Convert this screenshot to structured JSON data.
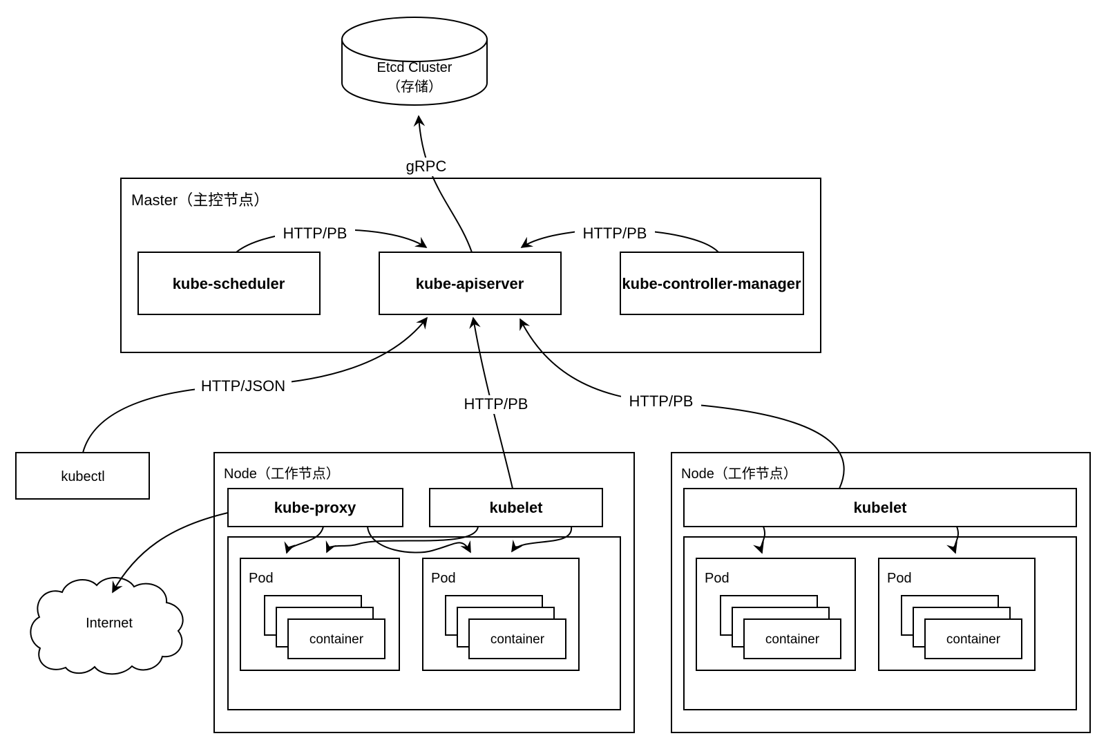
{
  "diagram": {
    "etcd": {
      "title": "Etcd Cluster",
      "subtitle": "（存储）"
    },
    "connectors": {
      "grpc": "gRPC",
      "http_pb": "HTTP/PB",
      "http_json": "HTTP/JSON"
    },
    "master": {
      "title": "Master（主控节点）",
      "scheduler": "kube-scheduler",
      "apiserver": "kube-apiserver",
      "controller_manager": "kube-controller-manager"
    },
    "kubectl": "kubectl",
    "internet": "Internet",
    "node_title": "Node（工作节点）",
    "node1": {
      "kube_proxy": "kube-proxy",
      "kubelet": "kubelet"
    },
    "node2": {
      "kubelet": "kubelet"
    },
    "pod": "Pod",
    "container": "container",
    "colors": {
      "stroke": "#000000",
      "background": "#ffffff"
    }
  }
}
